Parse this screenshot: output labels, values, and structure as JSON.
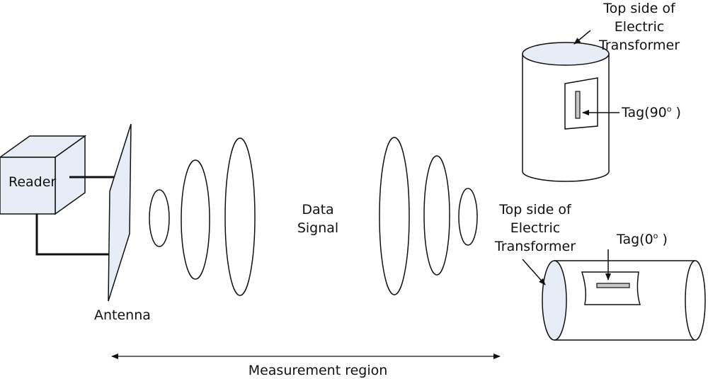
{
  "labels": {
    "reader": "Reader",
    "antenna": "Antenna",
    "data_signal": [
      "Data",
      "Signal"
    ],
    "measurement_region": "Measurement region",
    "top_label": [
      "Top side of",
      "Electric",
      "Transformer"
    ],
    "side_label": [
      "Top side of",
      "Electric",
      "Transformer"
    ],
    "tag_vertical": {
      "prefix": "Tag(90",
      "degree": "o",
      "suffix": " )"
    },
    "tag_horizontal": {
      "prefix": "Tag(0",
      "degree": "o",
      "suffix": " )"
    }
  },
  "colors": {
    "stroke": "#111111",
    "fill_light": "#e6edf7",
    "tag_fill": "#c8c8c8"
  }
}
